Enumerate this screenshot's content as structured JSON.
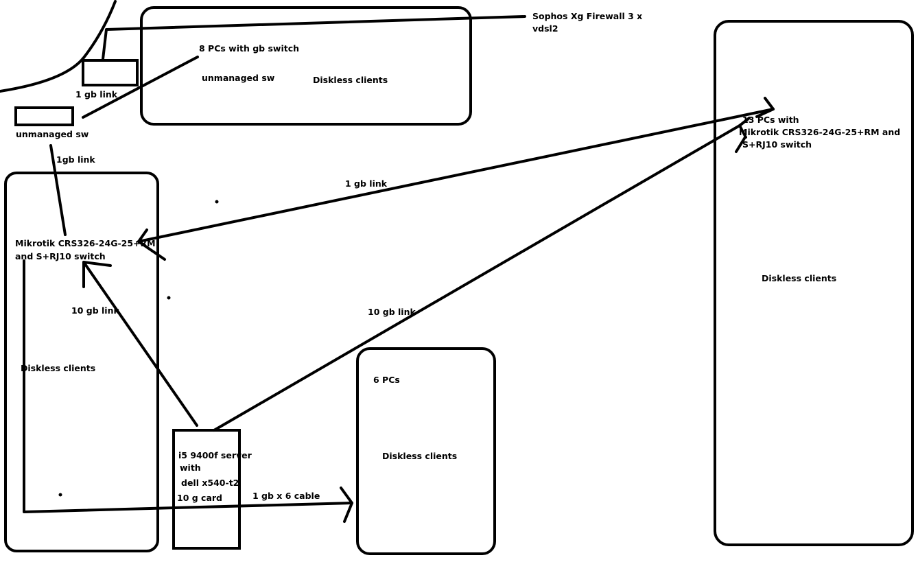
{
  "labels": {
    "firewall_line1": "Sophos Xg Firewall 3 x",
    "firewall_line2": "vdsl2",
    "top_pcs": "8 PCs with gb switch",
    "top_unmanaged_sw": "unmanaged sw",
    "top_diskless": "Diskless clients",
    "link_1gb_top": "1 gb link",
    "left_unmanaged_sw": "unmanaged sw",
    "link_1gb_left": "1gb link",
    "link_1gb_middle": "1 gb link",
    "left_switch_line1": "Mikrotik CRS326-24G-25+RM",
    "left_switch_line2": "and S+RJ10 switch",
    "link_10gb_left": "10 gb link",
    "left_diskless": "Diskless clients",
    "link_10gb_right": "10 gb link",
    "right_pcs_line1": "13 PCs with",
    "right_pcs_line2": "Mikrotik CRS326-24G-25+RM and",
    "right_pcs_line3": "S+RJ10 switch",
    "right_diskless": "Diskless clients",
    "bottom_pcs": "6 PCs",
    "bottom_diskless": "Diskless clients",
    "server_line1": "i5 9400f server",
    "server_line2": "with",
    "server_line3": "dell x540-t2",
    "server_line4": "10 g card",
    "cable_label": "1 gb x 6 cable"
  }
}
